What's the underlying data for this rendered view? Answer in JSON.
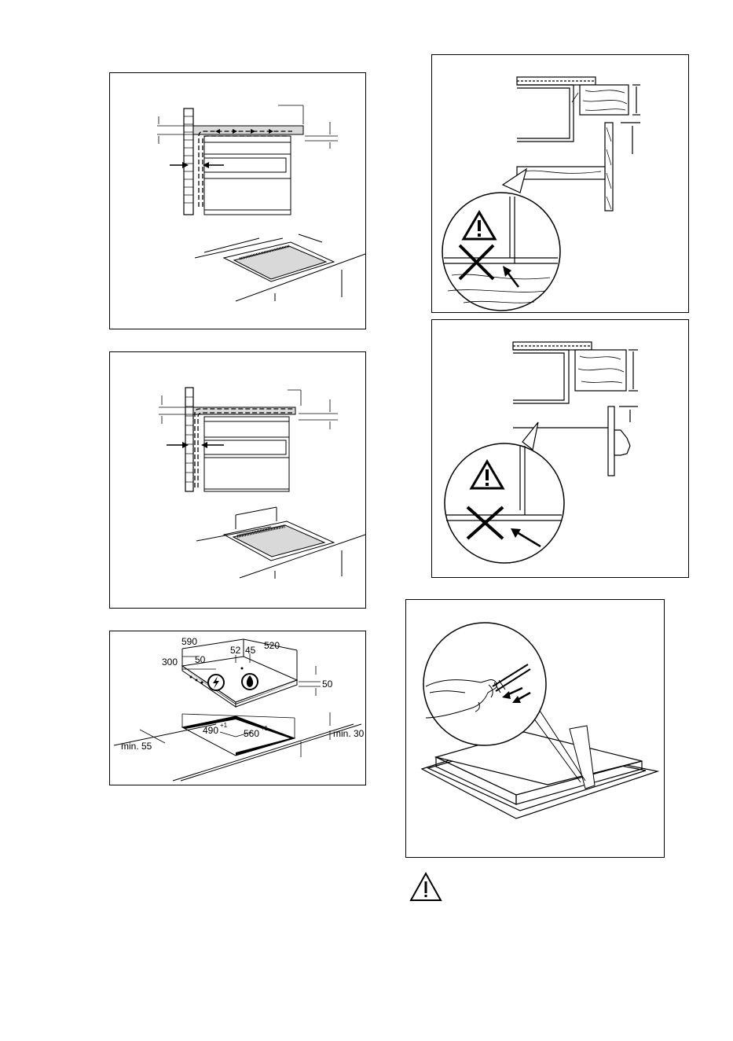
{
  "figure_hob_dimensions": {
    "width_outer": "590",
    "depth_outer": "520",
    "offset_300": "300",
    "offset_50_top": "50",
    "dim_52": "52",
    "dim_45": "45",
    "height_50": "50",
    "cutout_depth": "490",
    "cutout_width": "560",
    "tolerance": "+1",
    "min_back": "min. 55",
    "min_front": "min. 30"
  },
  "icons": {
    "electric": "lightning-bolt-icon",
    "gas": "flame-icon",
    "warning": "warning-triangle-icon"
  }
}
